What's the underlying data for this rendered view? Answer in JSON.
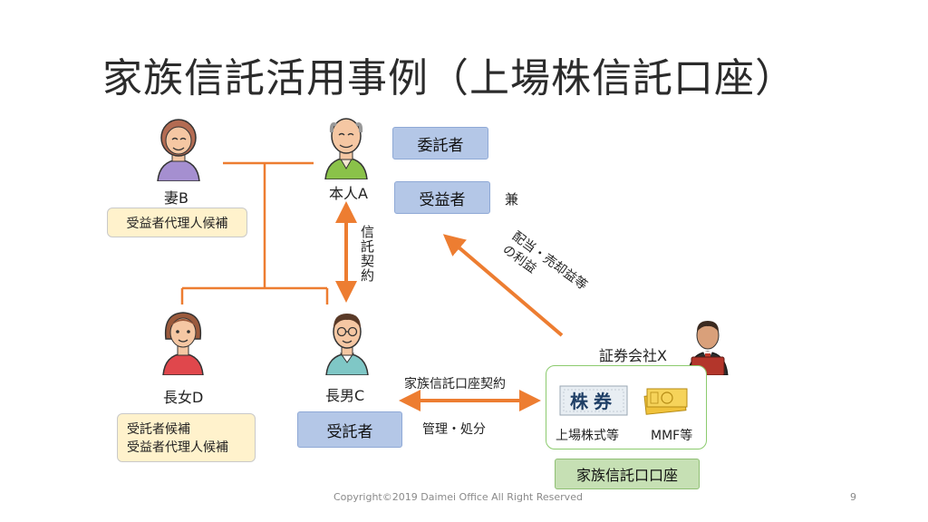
{
  "title": "家族信託活用事例（上場株信託口座）",
  "people": {
    "principal": "本人A",
    "wife": "妻B",
    "son": "長男C",
    "daughter": "長女D"
  },
  "roles": {
    "settlor": "委託者",
    "beneficiary": "受益者",
    "also": "兼",
    "trustee": "受託者"
  },
  "notes": {
    "wife_note": "受益者代理人候補",
    "daughter_note_1": "受託者候補",
    "daughter_note_2": "受益者代理人候補"
  },
  "arrows": {
    "trust_contract": "信託契約",
    "dividend_line1": "配当・売却益等",
    "dividend_line2": "の利益",
    "account_contract": "家族信託口座契約",
    "manage": "管理・処分"
  },
  "securities": {
    "company": "証券会社X",
    "stock_label": "上場株式等",
    "stock_icon_text": "株券",
    "mmf_label": "MMF等",
    "account_tag": "家族信託口口座"
  },
  "footer": {
    "copyright": "Copyright©2019 Daimei Office All Right Reserved",
    "page": "9"
  }
}
